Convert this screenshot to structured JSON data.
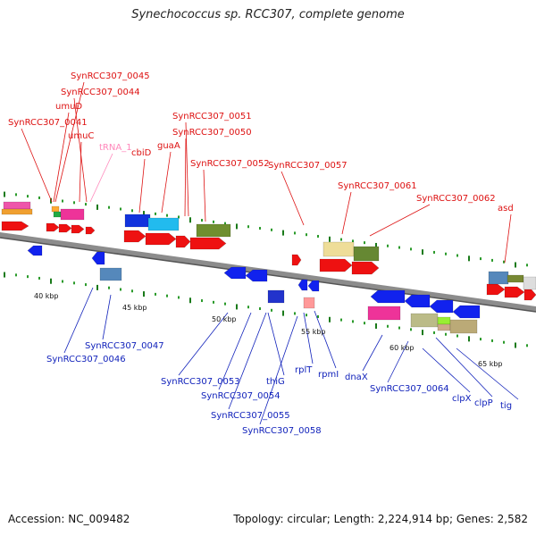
{
  "title": "Synechococcus sp. RCC307, complete genome",
  "footer": {
    "accession": "Accession: NC_009482",
    "topology": "Topology: circular; Length: 2,224,914 bp; Genes: 2,582"
  },
  "colors": {
    "backbone": "#8c8c8c",
    "backbone_dark": "#555555",
    "forward_label": "#dd1111",
    "reverse_label": "#1122bb",
    "trna_label": "#ff88bb",
    "tick_major": "#1a7a1a",
    "tick_minor": "#2a9a2a",
    "cds_forward": "#ee1111",
    "cds_reverse": "#1122ee"
  },
  "scale_labels": [
    "40 kbp",
    "45 kbp",
    "50 kbp",
    "55 kbp",
    "60 kbp",
    "65 kbp"
  ],
  "forward_labels": [
    "SynRCC307_0045",
    "SynRCC307_0044",
    "umuD",
    "SynRCC307_0041",
    "umuC",
    "tRNA_1",
    "cbiD",
    "guaA",
    "SynRCC307_0051",
    "SynRCC307_0050",
    "SynRCC307_0052",
    "SynRCC307_0057",
    "SynRCC307_0061",
    "SynRCC307_0062",
    "asd"
  ],
  "reverse_labels": [
    "SynRCC307_0047",
    "SynRCC307_0046",
    "SynRCC307_0053",
    "SynRCC307_0054",
    "thiG",
    "SynRCC307_0055",
    "SynRCC307_0058",
    "rplT",
    "rpmI",
    "dnaX",
    "SynRCC307_0064",
    "clpX",
    "clpP",
    "tig"
  ]
}
